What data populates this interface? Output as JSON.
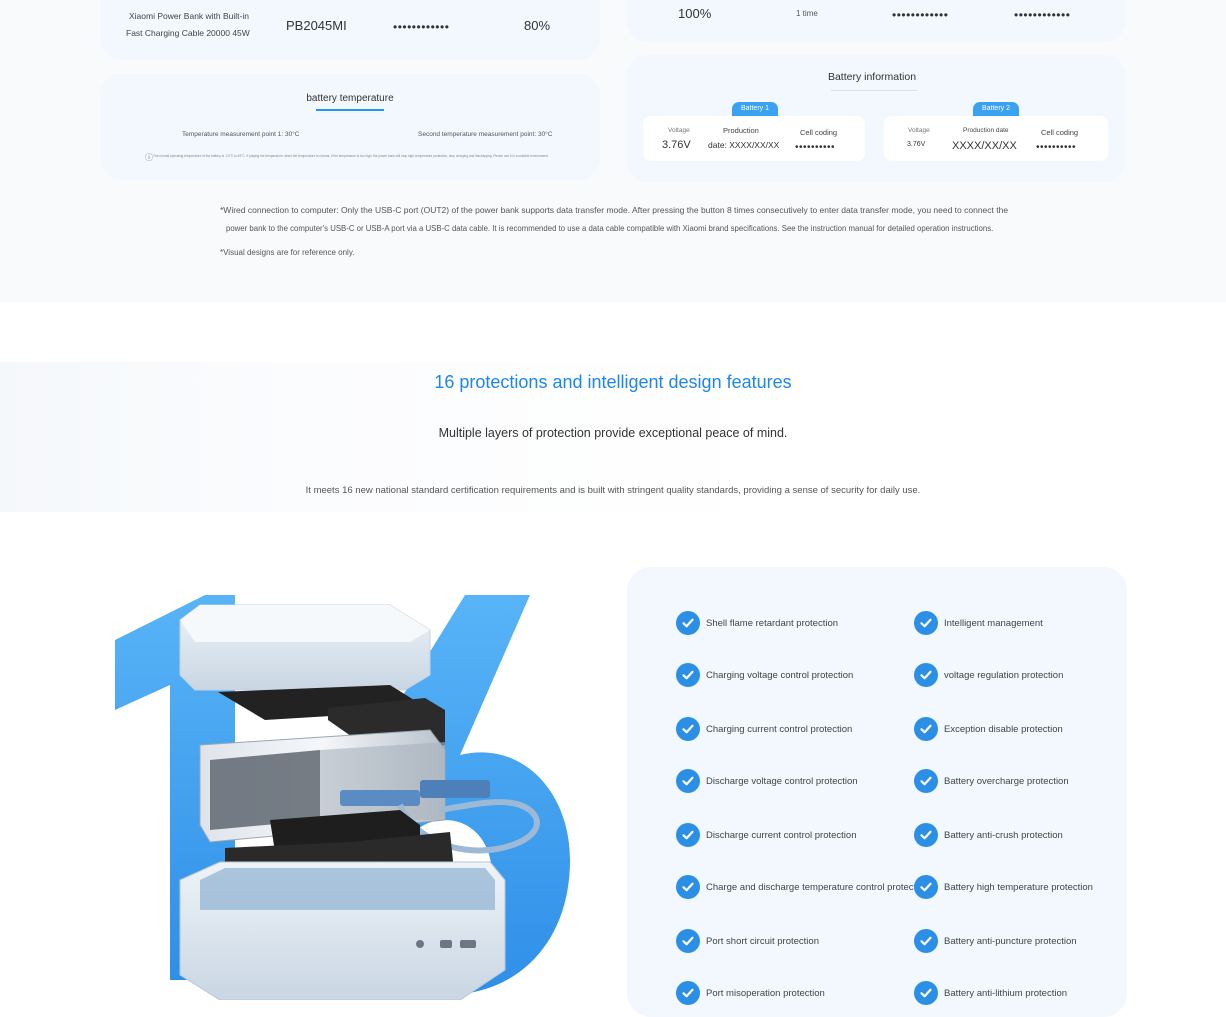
{
  "product_card": {
    "name_line1": "Xiaomi Power Bank with Built-in",
    "name_line2": "Fast Charging Cable 20000 45W",
    "model": "PB2045MI",
    "masked": "••••••••••••",
    "percent": "80%"
  },
  "cycle_card": {
    "percent": "100%",
    "cycles": "1 time",
    "masked_a": "••••••••••••",
    "masked_b": "••••••••••••"
  },
  "temperature_card": {
    "tab": "battery temperature",
    "point1": "Temperature measurement point 1: 30°C",
    "point2": "Second temperature measurement point: 30°C",
    "note": "The normal operating temperature of the battery is -10°C to 45°C. If playing the temperature: when the temperature is normal, if the temperature is too high, the power bank will stop high-temperature protection, stop charging and discharging. Please use it in a suitable environment."
  },
  "battery_info": {
    "tab": "Battery information",
    "battery1": {
      "pill": "Battery 1",
      "voltage_label": "Voltage",
      "voltage": "3.76V",
      "production_label": "Production",
      "production_value": "date: XXXX/XX/XX",
      "coding_label": "Cell coding",
      "coding_value": "••••••••••"
    },
    "battery2": {
      "pill": "Battery 2",
      "voltage_label": "Voltage",
      "voltage": "3.76V",
      "production_label": "Production date",
      "production_value": "XXXX/XX/XX",
      "coding_label": "Cell coding",
      "coding_value": "••••••••••"
    }
  },
  "notes": {
    "line1": "*Wired connection to computer: Only the USB-C port (OUT2) of the power bank supports data transfer mode. After pressing the button 8 times consecutively to enter data transfer mode, you need to connect the",
    "line2": "power bank to the computer's USB-C or USB-A port via a USB-C data cable. It is recommended to use a data cable compatible with Xiaomi brand specifications. See the instruction manual for detailed operation instructions.",
    "line3": "*Visual designs are for reference only."
  },
  "hero": {
    "title": "16 protections and intelligent design features",
    "subtitle": "Multiple layers of protection provide exceptional peace of mind.",
    "description": "It meets 16 new national standard certification requirements and is built with stringent quality standards, providing a sense of security for daily use."
  },
  "features_left": [
    "Shell flame retardant protection",
    "Charging voltage control protection",
    "Charging current control protection",
    "Discharge voltage control protection",
    "Discharge current control protection",
    "Charge and discharge temperature control protection",
    "Port short circuit protection",
    "Port misoperation protection"
  ],
  "features_right": [
    "Intelligent management",
    "voltage regulation protection",
    "Exception disable protection",
    "Battery overcharge protection",
    "Battery anti-crush protection",
    "Battery high temperature protection",
    "Battery anti-puncture protection",
    "Battery anti-lithium protection"
  ],
  "colors": {
    "accent": "#2c8fe6",
    "card_bg": "#f2f8fd",
    "title_blue": "#1f86e6"
  }
}
